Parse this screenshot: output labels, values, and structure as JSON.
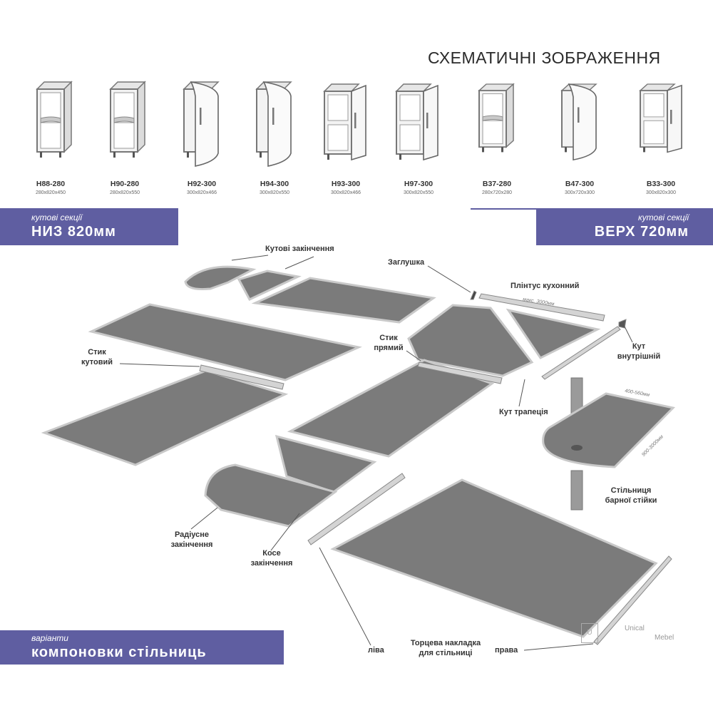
{
  "title": "СХЕМАТИЧНІ ЗОБРАЖЕННЯ",
  "cabinets": [
    {
      "code": "H88-280",
      "dims": "280x820x450"
    },
    {
      "code": "H90-280",
      "dims": "280x820x550"
    },
    {
      "code": "H92-300",
      "dims": "300x820x466"
    },
    {
      "code": "H94-300",
      "dims": "300x820x550"
    },
    {
      "code": "H93-300",
      "dims": "300x820x466"
    },
    {
      "code": "H97-300",
      "dims": "300x820x550"
    },
    {
      "code": "B37-280",
      "dims": "280x720x280"
    },
    {
      "code": "B47-300",
      "dims": "300x720x300"
    },
    {
      "code": "B33-300",
      "dims": "300x820x300"
    }
  ],
  "banner_left": {
    "small": "кутові секції",
    "big": "НИЗ 820мм"
  },
  "banner_right": {
    "small": "кутові секції",
    "big": "ВЕРХ 720мм"
  },
  "banner_bottom": {
    "small": "варіанти",
    "big": "компоновки стільниць"
  },
  "labels": {
    "corner_ends": "Кутові закінчення",
    "plug": "Заглушка",
    "plinth": "Плінтус кухонний",
    "plinth_max": "макс. 3000мм",
    "inner_corner_1": "Кут",
    "inner_corner_2": "внутрішній",
    "joint_corner_1": "Стик",
    "joint_corner_2": "кутовий",
    "joint_straight_1": "Стик",
    "joint_straight_2": "прямий",
    "trapezoid_corner": "Кут трапеція",
    "bar_dim_1": "400-560мм",
    "bar_dim_2": "900-3000мм",
    "bar_top_1": "Стільниця",
    "bar_top_2": "барної стійки",
    "radius_end_1": "Радіусне",
    "radius_end_2": "закінчення",
    "oblique_end_1": "Косе",
    "oblique_end_2": "закінчення",
    "left": "ліва",
    "end_cap_1": "Торцева накладка",
    "end_cap_2": "для стільниці",
    "right": "права"
  },
  "watermark": {
    "brand_1": "Unical",
    "brand_2": "Mebel"
  },
  "colors": {
    "banner": "#5f5ea1",
    "panel_top": "#7b7b7b",
    "panel_edge": "#c9c9c9"
  }
}
